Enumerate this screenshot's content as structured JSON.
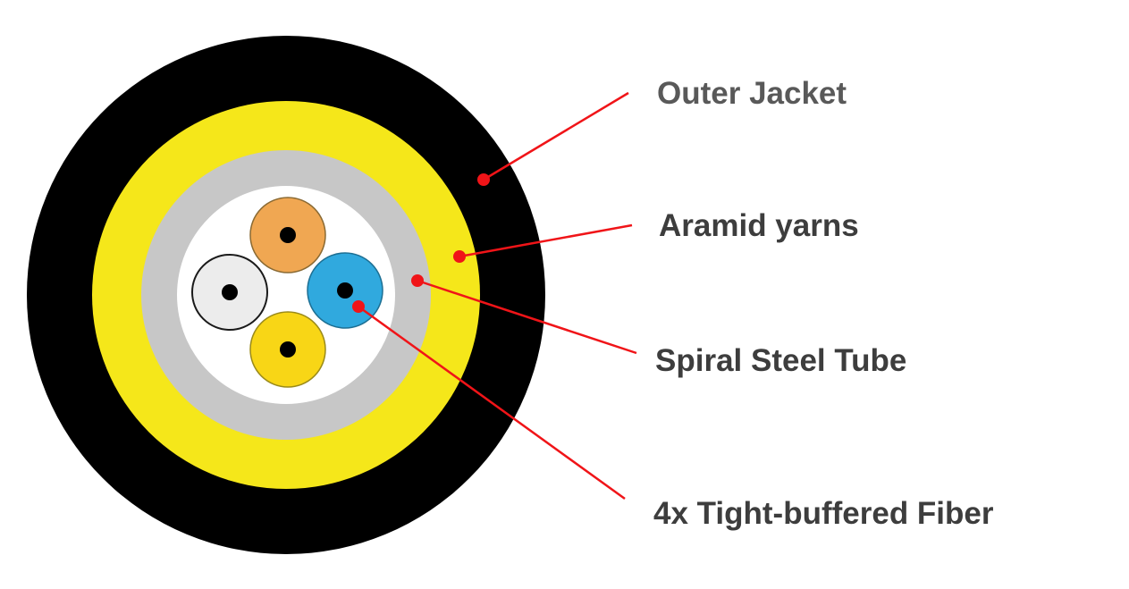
{
  "diagram": {
    "type": "cable-cross-section",
    "colors": {
      "outer_jacket": "#000000",
      "aramid_yarns": "#f5e71a",
      "steel_tube": "#c7c7c7",
      "core": "#ffffff",
      "fiber_orange": "#f0a752",
      "fiber_white": "#ececec",
      "fiber_blue": "#30a9de",
      "fiber_yellow": "#f8d616",
      "fiber_dot": "#000000",
      "leader": "#f01418"
    },
    "labels": [
      {
        "text": "Outer Jacket",
        "color": "#595959"
      },
      {
        "text": "Aramid yarns",
        "color": "#3d3d3d"
      },
      {
        "text": "Spiral Steel Tube",
        "color": "#3d3d3d"
      },
      {
        "text": "4x Tight-buffered Fiber",
        "color": "#3d3d3d"
      }
    ]
  }
}
